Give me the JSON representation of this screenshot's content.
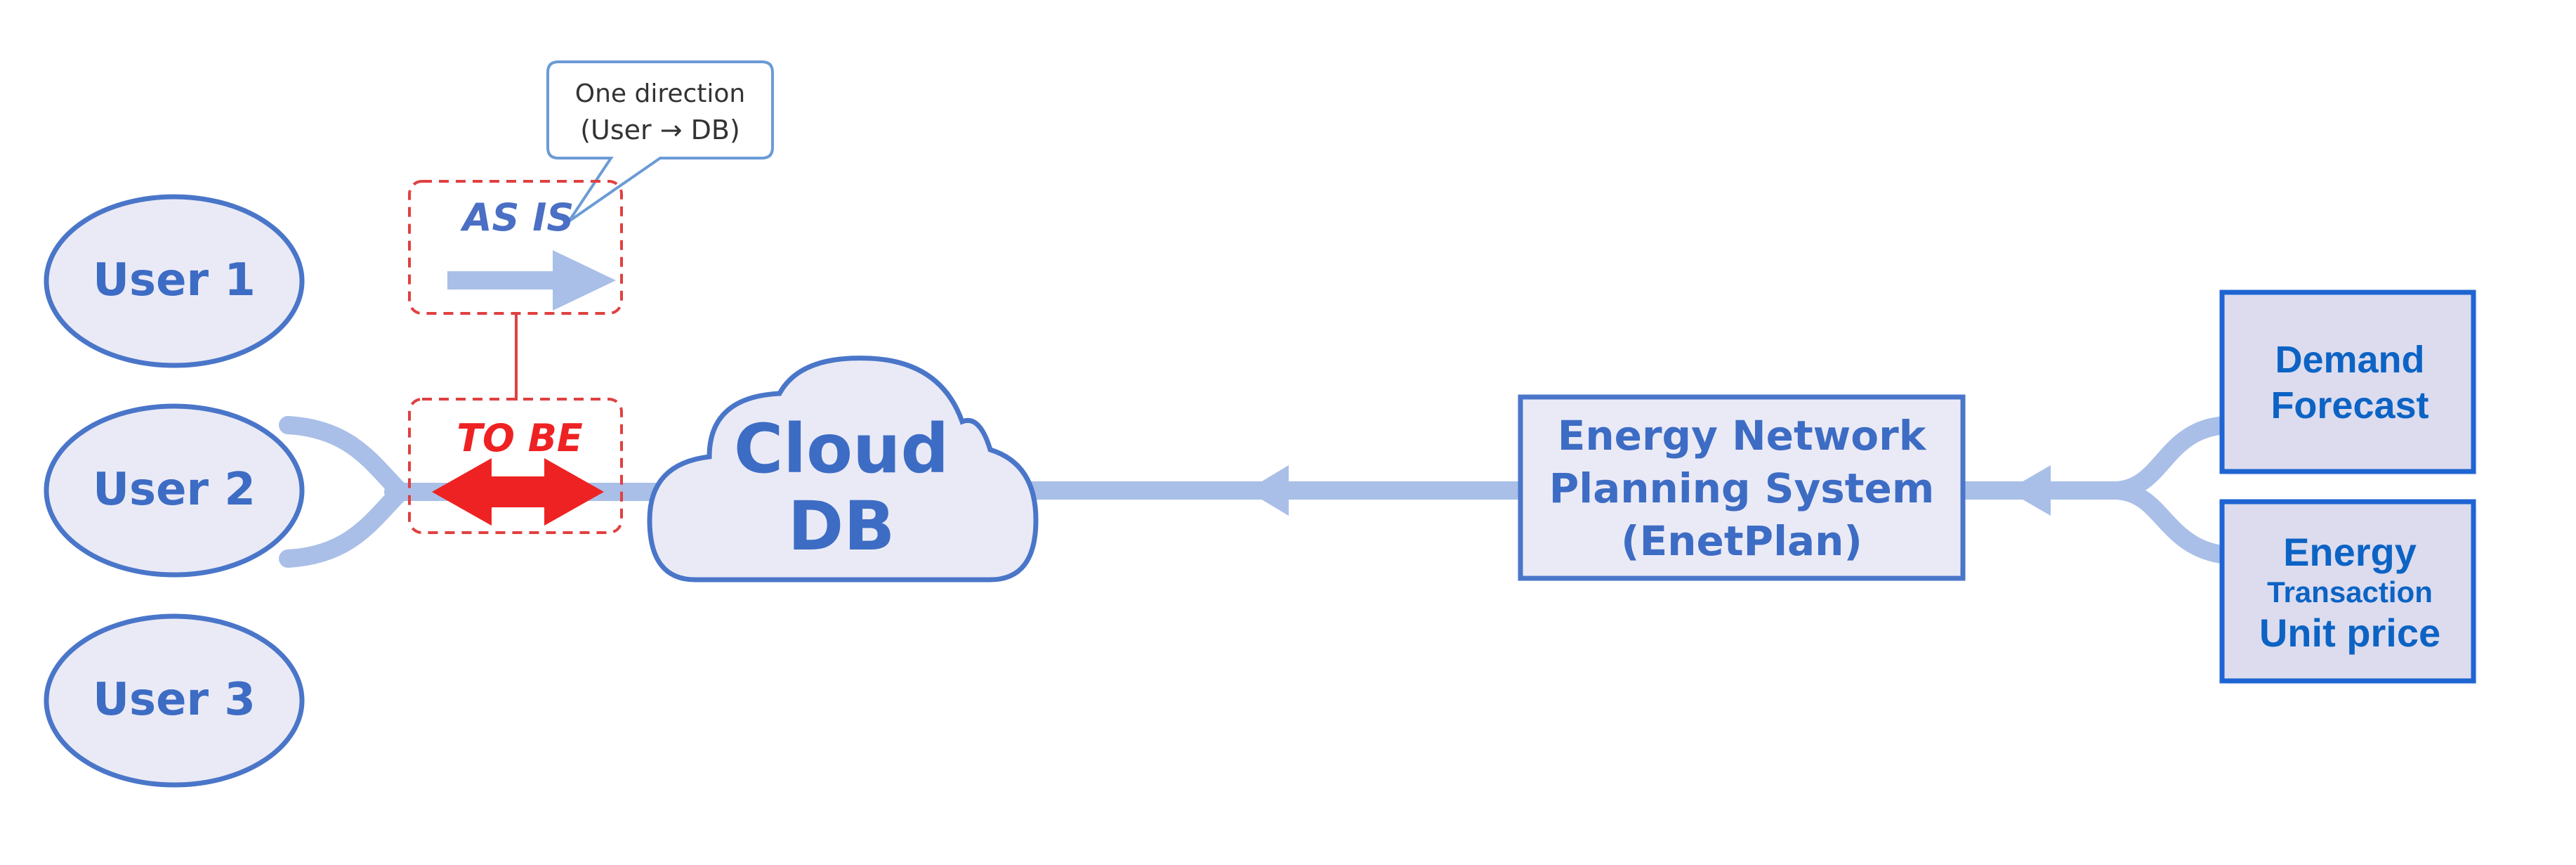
{
  "colors": {
    "connector": "#a9bfe8",
    "node_stroke": "#4a76c9",
    "node_fill": "#eaeaf6",
    "node_text": "#3d6cc4",
    "source_stroke": "#1e64d2",
    "source_fill": "#dcdcee",
    "source_text": "#0c63c4",
    "accent_red": "#ee2222",
    "dashed_red": "#e04040",
    "as_is_text": "#4a6fc4",
    "callout_stroke": "#6b9bd6",
    "callout_text": "#333333"
  },
  "users": [
    {
      "label": "User 1"
    },
    {
      "label": "User 2"
    },
    {
      "label": "User 3"
    }
  ],
  "callout": {
    "line1": "One direction",
    "line2": "(User → DB)"
  },
  "as_is": {
    "label": "AS IS"
  },
  "to_be": {
    "label": "TO BE"
  },
  "cloud": {
    "line1": "Cloud",
    "line2": "DB"
  },
  "enetplan": {
    "line1": "Energy Network",
    "line2": "Planning System",
    "line3": "(EnetPlan)"
  },
  "demand": {
    "line1": "Demand",
    "line2": "Forecast"
  },
  "transaction": {
    "line1": "Energy",
    "line2": "Transaction",
    "line3": "Unit price"
  },
  "icons": {
    "as_is_arrow": "arrow-right-icon",
    "to_be_arrow": "arrow-both-icon",
    "flow_arrow": "arrow-left-icon"
  }
}
